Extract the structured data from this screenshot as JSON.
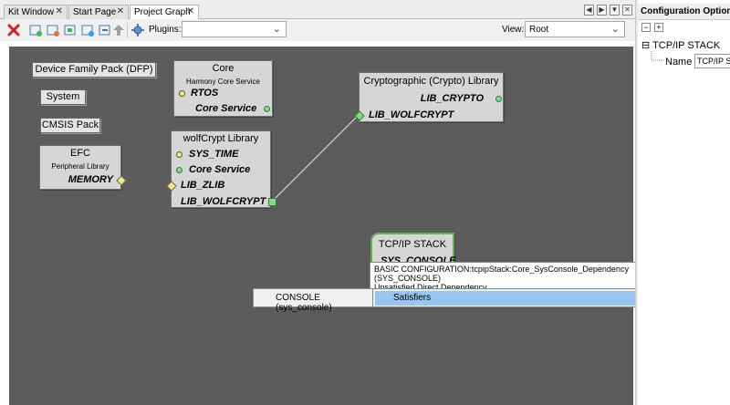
{
  "tabs": [
    {
      "label": "Kit Window",
      "active": false
    },
    {
      "label": "Start Page",
      "active": false
    },
    {
      "label": "Project Graph",
      "active": true
    }
  ],
  "tab_nav": {
    "prev": "◀",
    "next": "▶",
    "list": "▼",
    "close": "✕"
  },
  "toolbar": {
    "plugins_label": "Plugins:",
    "plugins_value": "",
    "view_label": "View:",
    "view_value": "Root",
    "dropdown_arrow": "⌄"
  },
  "chips": [
    {
      "label": "Device Family Pack (DFP)"
    },
    {
      "label": "System"
    },
    {
      "label": "CMSIS Pack"
    }
  ],
  "nodes": {
    "efc": {
      "title": "EFC",
      "subtitle": "Peripheral Library",
      "ports": [
        "MEMORY"
      ]
    },
    "core": {
      "title": "Core",
      "subtitle": "Harmony Core Service",
      "ports": [
        "RTOS",
        "Core Service"
      ]
    },
    "wolfcrypt": {
      "title": "wolfCrypt Library",
      "ports": [
        "SYS_TIME",
        "Core Service",
        "LIB_ZLIB",
        "LIB_WOLFCRYPT"
      ]
    },
    "crypto": {
      "title": "Cryptographic (Crypto) Library",
      "ports": [
        "LIB_CRYPTO",
        "LIB_WOLFCRYPT"
      ]
    },
    "tcpip": {
      "title": "TCP/IP STACK",
      "ports": [
        "SYS_CONSOLE"
      ]
    }
  },
  "tooltip": {
    "line1": "BASIC CONFIGURATION:tcpipStack:Core_SysConsole_Dependency (SYS_CONSOLE)",
    "line2": "Unsatisfied Direct Dependency"
  },
  "context_menu": {
    "item": "CONSOLE (sys_console)",
    "submenu": "Satisfiers",
    "submenu_arrow": "›"
  },
  "config_panel": {
    "title": "Configuration Options",
    "collapse": "−",
    "expand": "+",
    "tree_root": "⊟ TCP/IP STACK",
    "name_label": "Name",
    "name_value": "TCP/IP STACK"
  },
  "colors": {
    "canvas": "#5c5c5c",
    "node": "#d6d6d6",
    "highlight": "#98c6f0",
    "port_green": "#7ee07e",
    "port_yellow": "#f4ec6a",
    "tcpip_border": "#5fb54a"
  },
  "icons": [
    "delete-icon",
    "add-component-icon",
    "remove-component-icon",
    "generate-code-icon",
    "export-icon",
    "import-icon",
    "move-up-icon",
    "auto-arrange-icon"
  ]
}
